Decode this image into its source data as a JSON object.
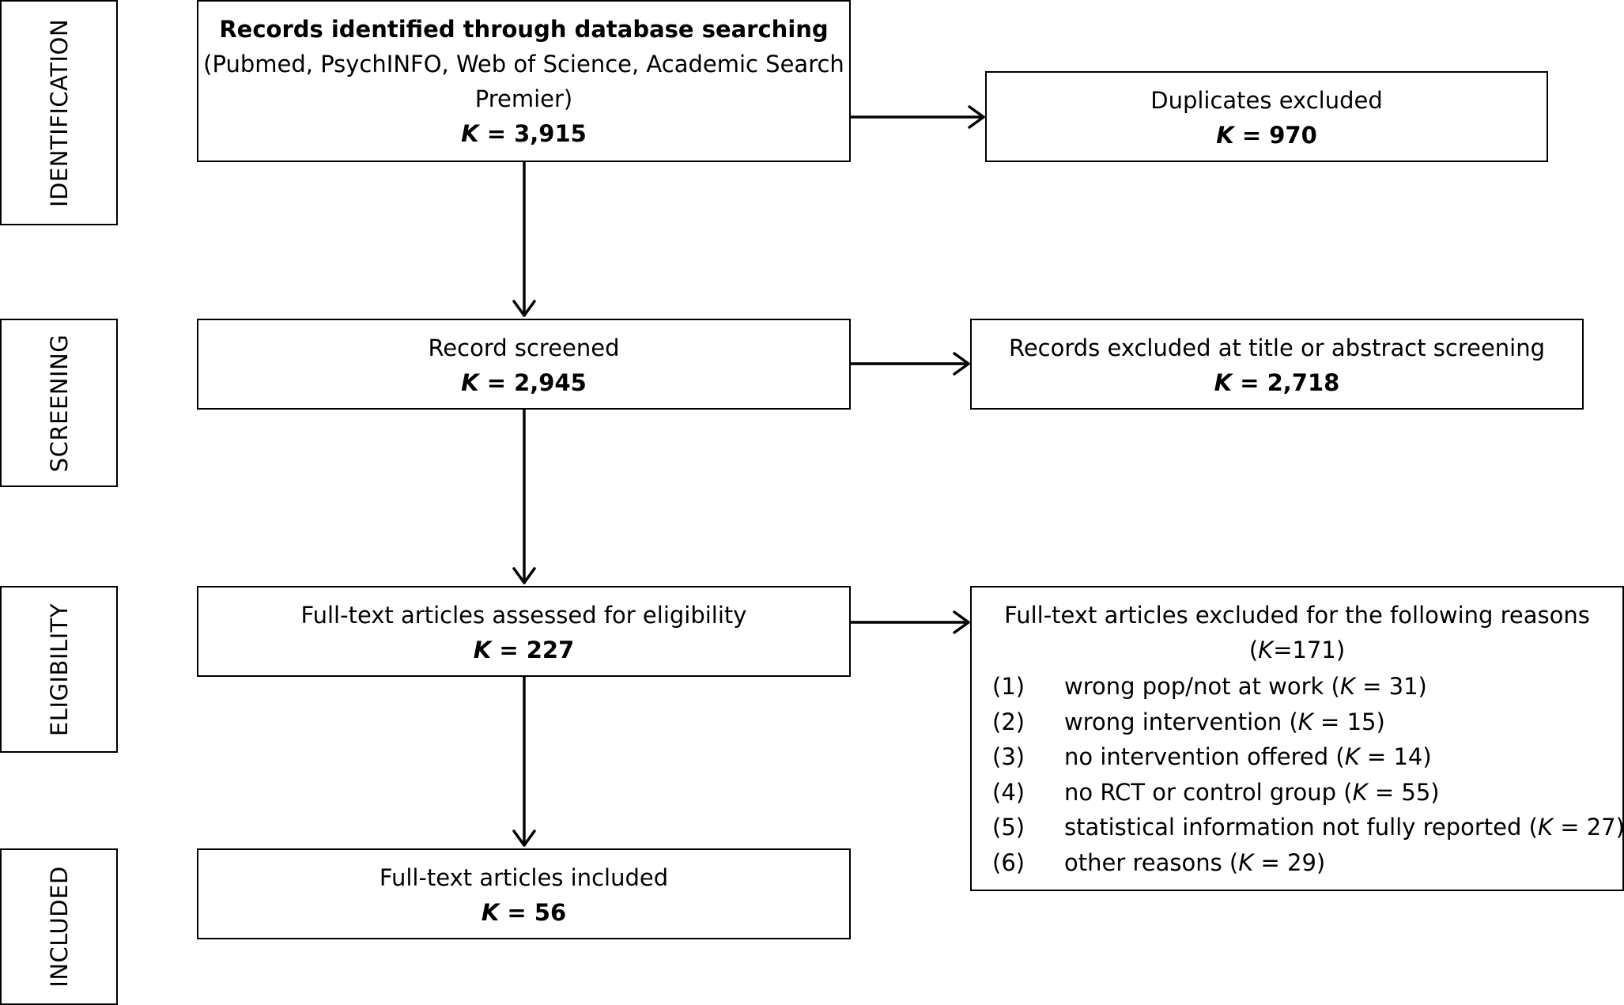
{
  "stages": {
    "identification": "IDENTIFICATION",
    "screening": "SCREENING",
    "eligibility": "ELIGIBILITY",
    "included": "INCLUDED"
  },
  "identified": {
    "title": "Records identified through database searching",
    "line2": "(Pubmed, PsychINFO, Web of Science, Academic Search",
    "line3": "Premier)",
    "k_label": "K",
    "k_value": " = 3,915"
  },
  "duplicates": {
    "title": "Duplicates excluded",
    "k_label": "K",
    "k_value": " = 970"
  },
  "screened": {
    "title": "Record screened",
    "k_label": "K",
    "k_value": " = 2,945"
  },
  "excluded_title": {
    "title": "Records excluded at title or abstract screening",
    "k_label": "K",
    "k_value": " = 2,718"
  },
  "assessed": {
    "title": "Full-text articles assessed for eligibility",
    "k_label": "K",
    "k_value": " = 227"
  },
  "excluded_fulltext": {
    "title": "Full-text articles excluded for the following reasons",
    "count_open": "(",
    "count_k": "K",
    "count_value": "=171)",
    "reasons": [
      {
        "num": "(1)",
        "text": "wrong pop/not at work (",
        "k": "K",
        "value": " = 31)"
      },
      {
        "num": "(2)",
        "text": "wrong intervention (",
        "k": "K",
        "value": " = 15)"
      },
      {
        "num": "(3)",
        "text": "no intervention offered (",
        "k": "K",
        "value": " = 14)"
      },
      {
        "num": "(4)",
        "text": "no RCT or control group (",
        "k": "K",
        "value": " = 55)"
      },
      {
        "num": "(5)",
        "text": "statistical information not fully reported (",
        "k": "K",
        "value": " = 27)"
      },
      {
        "num": "(6)",
        "text": "other reasons (",
        "k": "K",
        "value": " = 29)"
      }
    ]
  },
  "included": {
    "title": "Full-text articles included",
    "k_label": "K",
    "k_value": " = 56"
  }
}
